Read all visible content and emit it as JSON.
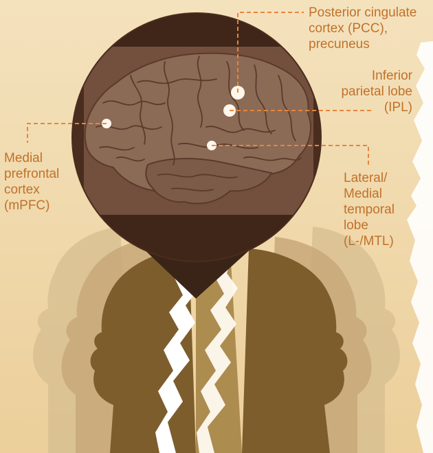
{
  "regions": [
    {
      "id": "pcc",
      "label": "Posterior cingulate\ncortex (PCC),\nprecuneus"
    },
    {
      "id": "ipl",
      "label": "Inferior\nparietal lobe\n(IPL)"
    },
    {
      "id": "mpfc",
      "label": "Medial\nprefrontal\ncortex\n(mPFC)"
    },
    {
      "id": "mtl",
      "label": "Lateral/\nMedial\ntemporal\nlobe\n(L-/MTL)"
    }
  ],
  "colors": {
    "background": "#f3dfb7",
    "label": "#c0712a",
    "leader_line": "#e8853a",
    "brain": "#8a6a55",
    "lens": "#4a2d1e",
    "head_front": "#7a5a2a",
    "head_back": "#b89868",
    "marker": "#fff7ea"
  },
  "icons": [
    "brain-icon",
    "head-silhouette-icon",
    "magnifier-lens-icon"
  ]
}
